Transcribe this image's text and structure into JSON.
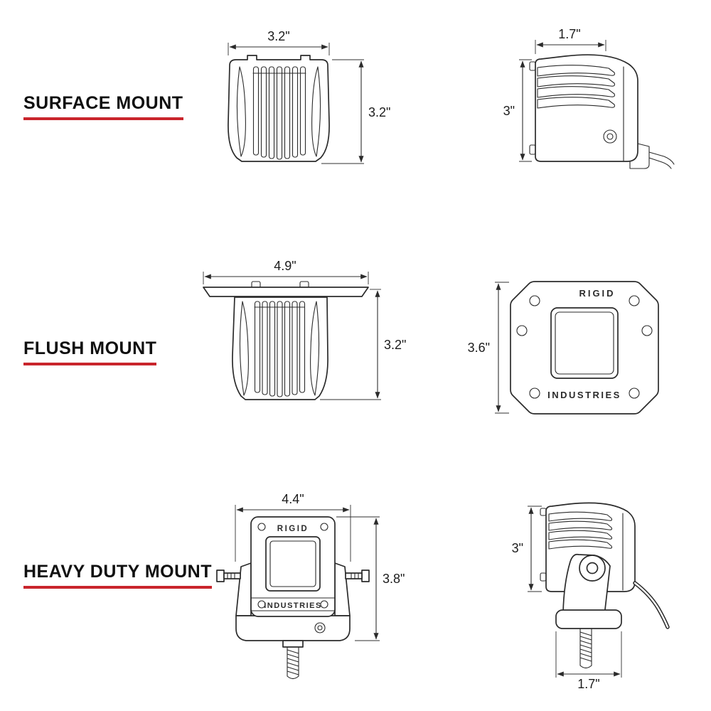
{
  "page": {
    "background": "#ffffff",
    "accent_red": "#c9252c",
    "line_color": "#2b2b2b"
  },
  "brand": {
    "name": "RIGID",
    "subname": "INDUSTRIES"
  },
  "rows": {
    "surface": {
      "label": "SURFACE MOUNT",
      "front_width": "3.2\"",
      "front_height": "3.2\"",
      "side_width": "1.7\"",
      "side_height": "3\""
    },
    "flush": {
      "label": "FLUSH MOUNT",
      "side_width": "4.9\"",
      "side_height": "3.2\"",
      "front_height": "3.6\""
    },
    "heavy": {
      "label": "HEAVY DUTY MOUNT",
      "front_width": "4.4\"",
      "front_height": "3.8\"",
      "side_height": "3\"",
      "side_width": "1.7\""
    }
  }
}
